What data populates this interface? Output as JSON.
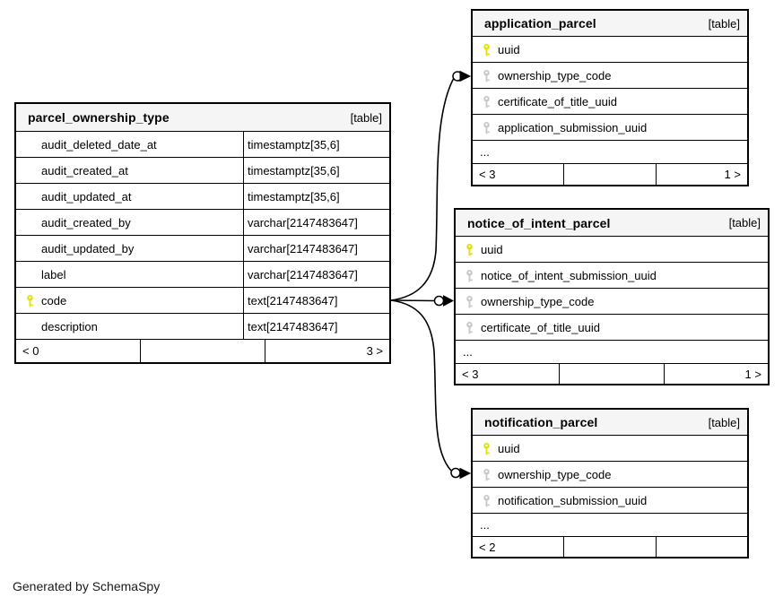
{
  "credit": "Generated by SchemaSpy",
  "colors": {
    "pk_key": "#e2e205",
    "fk_key": "#c9c9c9",
    "header_bg": "#f5f5f5"
  },
  "tables": {
    "parcel_ownership_type": {
      "title": "parcel_ownership_type",
      "tag": "[table]",
      "rows": [
        {
          "name": "audit_deleted_date_at",
          "type": "timestamptz[35,6]"
        },
        {
          "name": "audit_created_at",
          "type": "timestamptz[35,6]"
        },
        {
          "name": "audit_updated_at",
          "type": "timestamptz[35,6]"
        },
        {
          "name": "audit_created_by",
          "type": "varchar[2147483647]"
        },
        {
          "name": "audit_updated_by",
          "type": "varchar[2147483647]"
        },
        {
          "name": "label",
          "type": "varchar[2147483647]"
        },
        {
          "name": "code",
          "type": "text[2147483647]",
          "key": "pk"
        },
        {
          "name": "description",
          "type": "text[2147483647]"
        }
      ],
      "footer": {
        "left": "< 0",
        "center": "",
        "right": "3 >"
      }
    },
    "application_parcel": {
      "title": "application_parcel",
      "tag": "[table]",
      "rows": [
        {
          "name": "uuid",
          "key": "pk"
        },
        {
          "name": "ownership_type_code",
          "key": "fk"
        },
        {
          "name": "certificate_of_title_uuid",
          "key": "fk"
        },
        {
          "name": "application_submission_uuid",
          "key": "fk"
        }
      ],
      "ellipsis": "...",
      "footer": {
        "left": "< 3",
        "center": "",
        "right": "1 >"
      }
    },
    "notice_of_intent_parcel": {
      "title": "notice_of_intent_parcel",
      "tag": "[table]",
      "rows": [
        {
          "name": "uuid",
          "key": "pk"
        },
        {
          "name": "notice_of_intent_submission_uuid",
          "key": "fk"
        },
        {
          "name": "ownership_type_code",
          "key": "fk"
        },
        {
          "name": "certificate_of_title_uuid",
          "key": "fk"
        }
      ],
      "ellipsis": "...",
      "footer": {
        "left": "< 3",
        "center": "",
        "right": "1 >"
      }
    },
    "notification_parcel": {
      "title": "notification_parcel",
      "tag": "[table]",
      "rows": [
        {
          "name": "uuid",
          "key": "pk"
        },
        {
          "name": "ownership_type_code",
          "key": "fk"
        },
        {
          "name": "notification_submission_uuid",
          "key": "fk"
        }
      ],
      "ellipsis": "...",
      "footer": {
        "left": "< 2",
        "center": "",
        "right": ""
      }
    }
  }
}
